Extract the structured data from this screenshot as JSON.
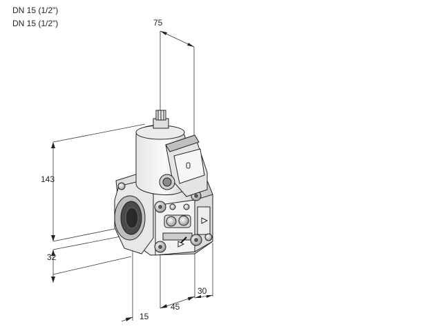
{
  "titles": [
    "DN 15 (1/2\")",
    "DN 15 (1/2\")"
  ],
  "dimensions": {
    "width_top": "75",
    "height": "143",
    "pipe_offset": "32",
    "inlet_depth": "15",
    "body_width": "45",
    "flange_width": "30"
  }
}
